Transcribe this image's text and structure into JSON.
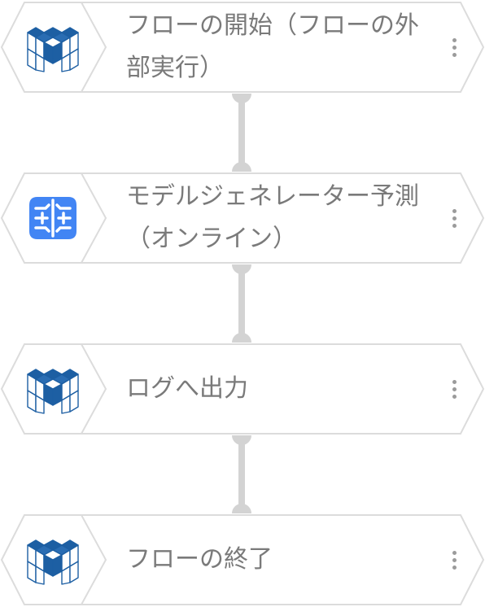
{
  "flow": {
    "steps": [
      {
        "label": "フローの開始（フローの外部実行）",
        "icon": "pipeline-cube-icon"
      },
      {
        "label": "モデルジェネレーター予測（オンライン）",
        "icon": "brain-model-icon"
      },
      {
        "label": "ログへ出力",
        "icon": "pipeline-cube-icon"
      },
      {
        "label": "フローの終了",
        "icon": "pipeline-cube-icon"
      }
    ]
  },
  "colors": {
    "cube_dark": "#1d5fa3",
    "brain_blue": "#4285f4",
    "border": "#dcdcdc",
    "connector": "#d3d3d3",
    "label": "#7a7a7a"
  }
}
